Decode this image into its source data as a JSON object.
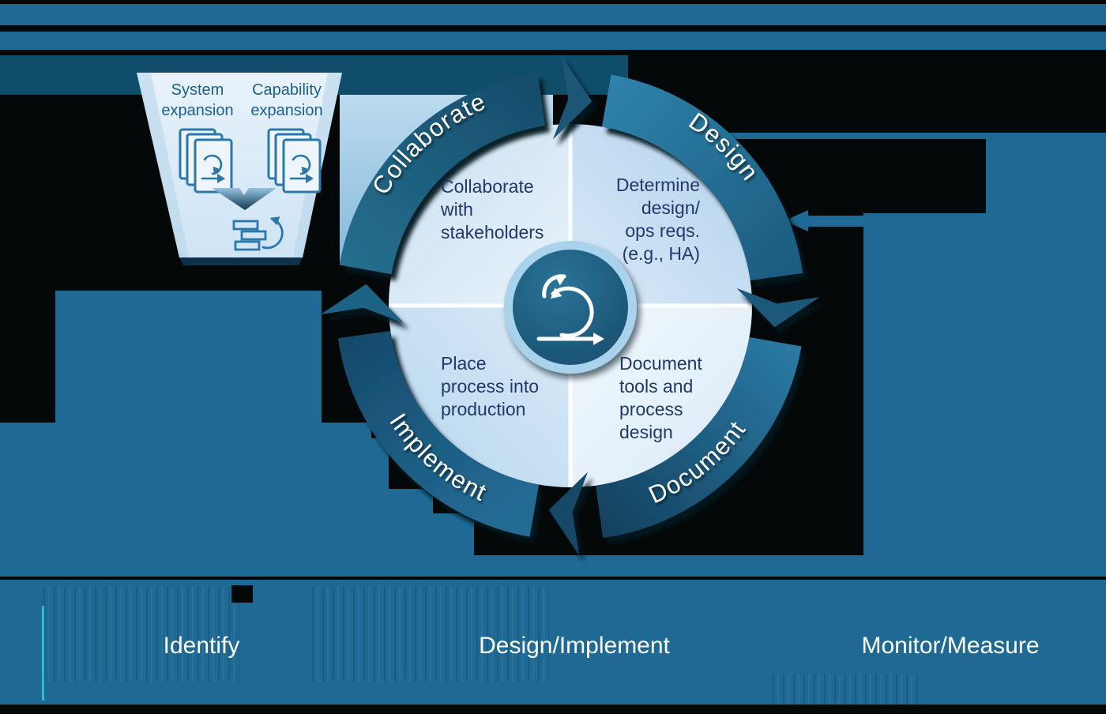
{
  "funnel": {
    "system_label": "System\nexpansion",
    "capability_label": "Capability\nexpansion"
  },
  "cycle": {
    "arc_labels": {
      "collaborate": "Collaborate",
      "design": "Design",
      "document": "Document",
      "implement": "Implement"
    },
    "quadrant_notes": {
      "collaborate": "Collaborate\nwith\nstakeholders",
      "design": "Determine\ndesign/\nops reqs.\n(e.g., HA)",
      "document": "Document\ntools and\nprocess\ndesign",
      "implement": "Place\nprocess into\nproduction"
    }
  },
  "bottom_bar": {
    "items": [
      {
        "label": "Identify"
      },
      {
        "label": "Design/Implement"
      },
      {
        "label": "Monitor/Measure"
      }
    ]
  },
  "colors": {
    "band_blue": "#1e6a94",
    "teal_strip": "#0f4d6b",
    "ring_blue": "#1d6183",
    "quadrant_light": "#d8eaf7",
    "funnel_background": "#ddedf8",
    "funnel_text_blue": "#1b608f",
    "note_text_navy": "#21386a",
    "label_white": "#ffffff"
  },
  "icons": {
    "center": "sprint-loop-icon",
    "funnel_documents": "document-stack-icon",
    "funnel_intake": "funnel-arrow-icon",
    "funnel_backlog": "backlog-icon"
  }
}
